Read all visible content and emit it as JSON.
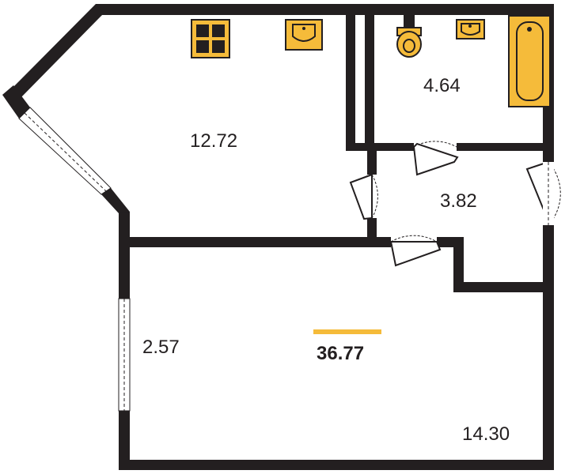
{
  "plan": {
    "total_area": "36.77",
    "rooms": [
      {
        "id": "kitchen",
        "area": "12.72"
      },
      {
        "id": "bathroom",
        "area": "4.64"
      },
      {
        "id": "hallway",
        "area": "3.82"
      },
      {
        "id": "balcony",
        "area": "2.57"
      },
      {
        "id": "living-room",
        "area": "14.30"
      }
    ],
    "fixtures": [
      "stove-icon",
      "kitchen-sink-icon",
      "toilet-icon",
      "bathroom-sink-icon",
      "bathtub-icon"
    ]
  },
  "colors": {
    "wall": "#231f20",
    "accent": "#f5bb3a",
    "background": "#ffffff"
  }
}
